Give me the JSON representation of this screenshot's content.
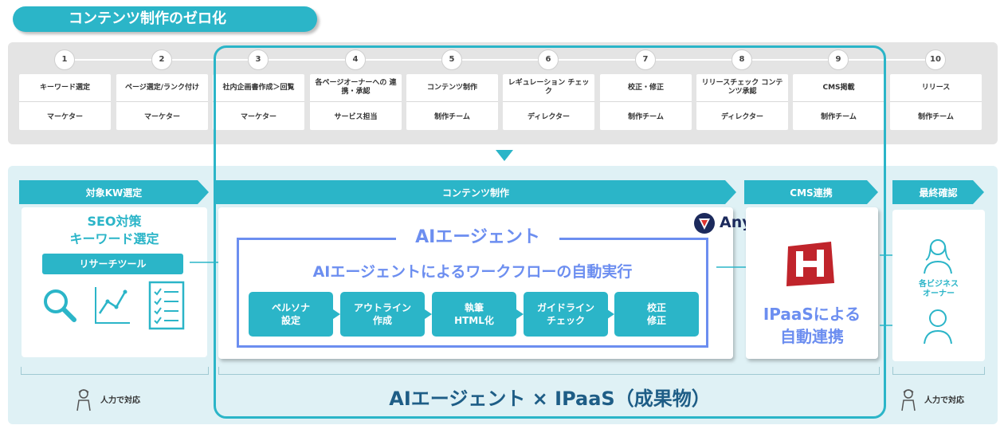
{
  "header": {
    "title": "コンテンツ制作のゼロ化"
  },
  "steps": [
    {
      "num": "1",
      "task": "キーワード選定",
      "owner": "マーケター"
    },
    {
      "num": "2",
      "task": "ページ選定/ランク付け",
      "owner": "マーケター"
    },
    {
      "num": "3",
      "task": "社内企画書作成＞回覧",
      "owner": "マーケター"
    },
    {
      "num": "4",
      "task": "各ページオーナーへの 連携・承認",
      "owner": "サービス担当"
    },
    {
      "num": "5",
      "task": "コンテンツ制作",
      "owner": "制作チーム"
    },
    {
      "num": "6",
      "task": "レギュレーション チェック",
      "owner": "ディレクター"
    },
    {
      "num": "7",
      "task": "校正・修正",
      "owner": "制作チーム"
    },
    {
      "num": "8",
      "task": "リリースチェック コンテンツ承認",
      "owner": "ディレクター"
    },
    {
      "num": "9",
      "task": "CMS掲載",
      "owner": "制作チーム"
    },
    {
      "num": "10",
      "task": "リリース",
      "owner": "制作チーム"
    }
  ],
  "phases": {
    "kw": "対象KW選定",
    "content": "コンテンツ制作",
    "cms": "CMS連携",
    "final": "最終確認"
  },
  "seo": {
    "title_line1": "SEO対策",
    "title_line2": "キーワード選定",
    "tool": "リサーチツール"
  },
  "ai": {
    "brand": "Anyflow",
    "title": "AIエージェント",
    "subtitle": "AIエージェントによるワークフローの自動実行",
    "steps": [
      {
        "line1": "ペルソナ",
        "line2": "設定"
      },
      {
        "line1": "アウトライン",
        "line2": "作成"
      },
      {
        "line1": "執筆",
        "line2": "HTML化"
      },
      {
        "line1": "ガイドライン",
        "line2": "チェック"
      },
      {
        "line1": "校正",
        "line2": "修正"
      }
    ]
  },
  "ipaas": {
    "line1": "IPaaSによる",
    "line2": "自動連携"
  },
  "business": {
    "line1": "各ビジネス",
    "line2": "オーナー"
  },
  "manual_left": "人力で対応",
  "manual_right": "人力で対応",
  "result": "AIエージェント × IPaaS（成果物）",
  "colors": {
    "accent": "#2bb5c8",
    "ai_blue": "#6c8ef0",
    "result_navy": "#1e5d86",
    "logo_red": "#c0242b"
  }
}
